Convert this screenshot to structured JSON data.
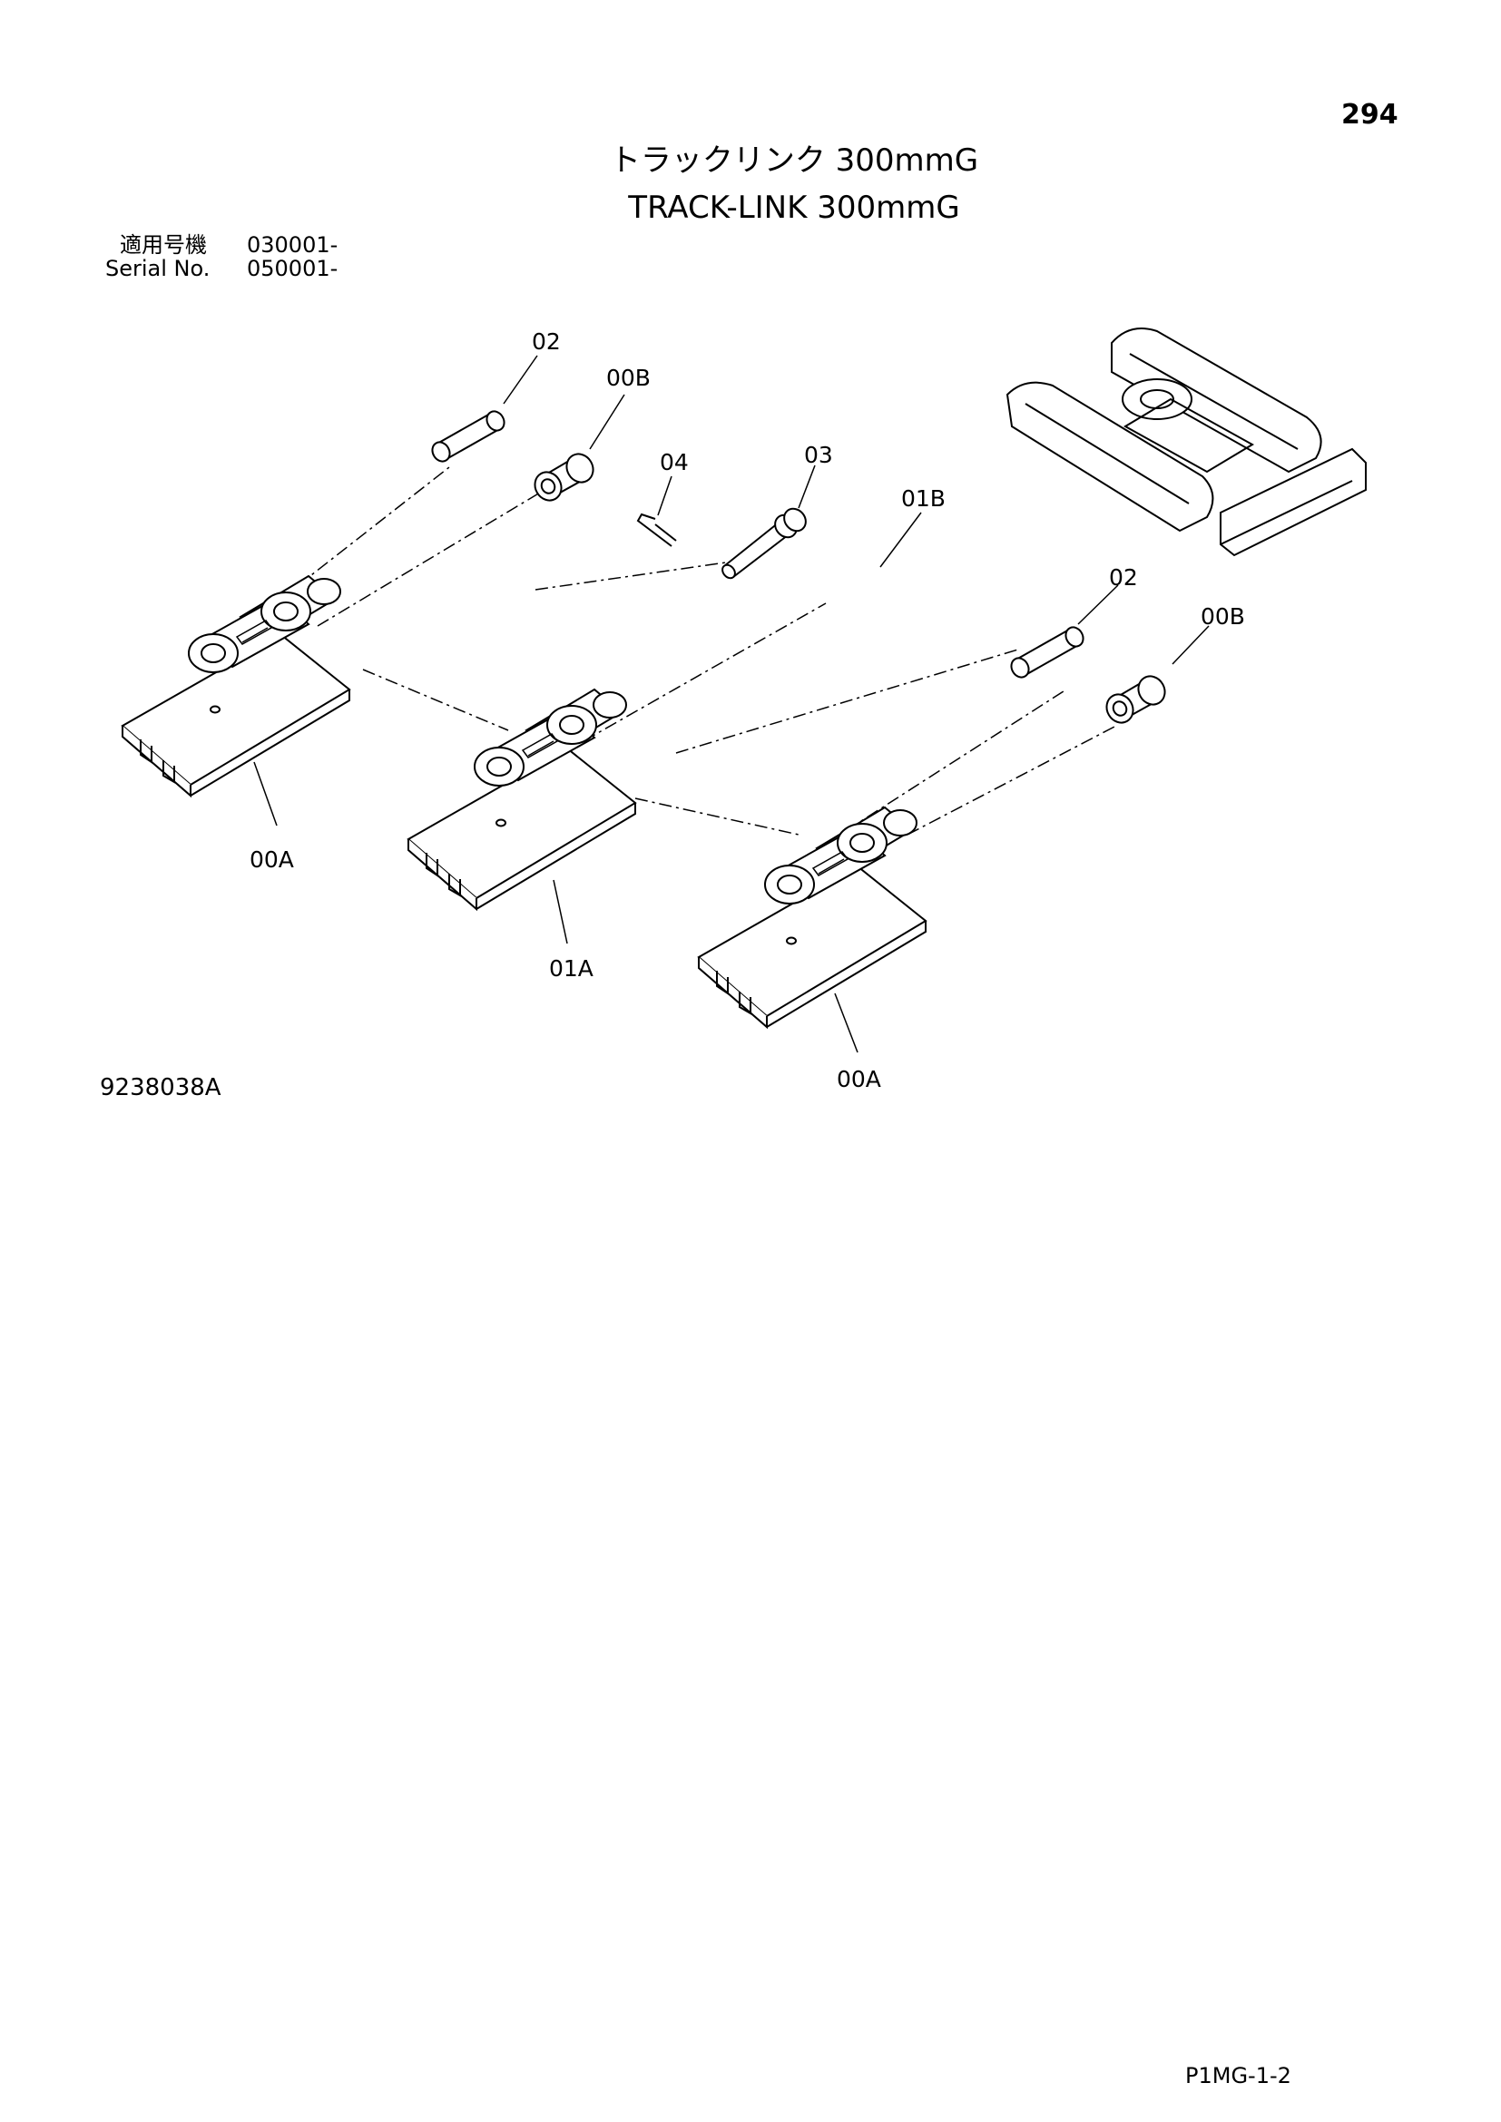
{
  "page_number": "294",
  "title_jp": "トラックリンク 300mmG",
  "title_en": "TRACK-LINK 300mmG",
  "serial": {
    "label_jp": "適用号機",
    "value_jp": "030001-",
    "label_en": "Serial No.",
    "value_en": "050001-"
  },
  "callouts": {
    "c02_top": "02",
    "c00B_top": "00B",
    "c04": "04",
    "c03": "03",
    "c01B": "01B",
    "c02_right": "02",
    "c00B_right": "00B",
    "c00A_left": "00A",
    "c01A": "01A",
    "c00A_right": "00A"
  },
  "figure_code": "9238038A",
  "sheet_code": "P1MG-1-2"
}
